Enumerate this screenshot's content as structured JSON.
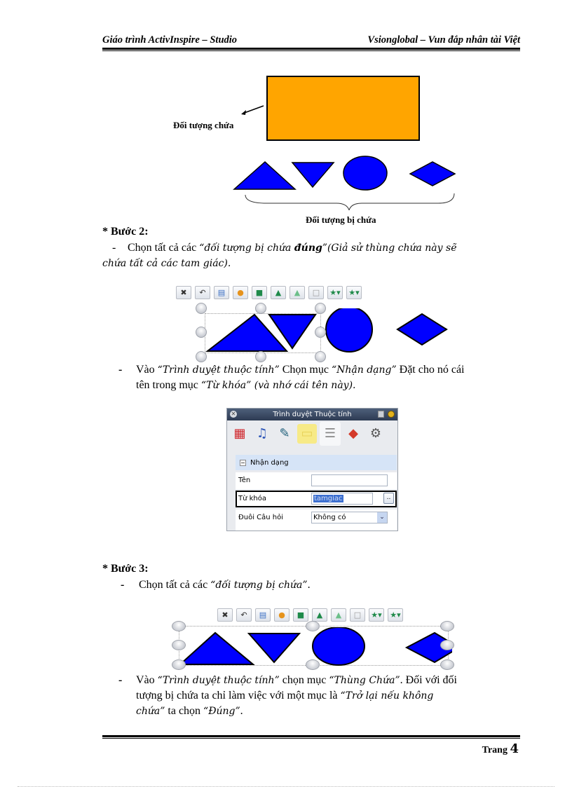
{
  "header": {
    "left": "Giáo trình ActivInspire – Studio",
    "right": "Vsionglobal – Vun đắp nhân tài Việt"
  },
  "figure1": {
    "container_label": "Đối tượng chứa",
    "contained_label": "Đối tượng bị chứa",
    "colors": {
      "container": "#FFA500",
      "shapes": "#0000FF"
    },
    "shapes": [
      "triangle",
      "inverted-triangle",
      "circle",
      "diamond"
    ]
  },
  "step2": {
    "title": "* Bước 2:",
    "para1": {
      "dash": "-",
      "text_a": "Chọn tất cả các ",
      "italic_a": "“đối tượng bị chứa ",
      "bold_italic": "đúng",
      "italic_b": "”(Giả sử thùng chứa này sẽ",
      "line2": "chứa tất cả các tam giác)."
    },
    "para2": {
      "dash": "-",
      "t1": "Vào ",
      "i1": "“Trình duyệt thuộc tính”",
      "t2": " Chọn mục ",
      "i2": "“Nhận dạng”",
      "t3": " Đặt cho nó cái",
      "t4": "tên trong mục ",
      "i3": "“Từ khóa”",
      "i4": " (và nhớ cái tên này)."
    }
  },
  "toolbar": {
    "buttons": [
      "✖",
      "↶",
      "▤",
      "●",
      "■",
      "▲",
      "▲",
      "□",
      "★▾",
      "★▾"
    ]
  },
  "dialog": {
    "title": "Trình duyệt Thuộc tính",
    "tabs": [
      "▦",
      "♫",
      "✎",
      "▭",
      "☰",
      "◆",
      "⚙"
    ],
    "section": "Nhận dạng",
    "rows": [
      {
        "label": "Tên",
        "value": ""
      },
      {
        "label": "Từ khóa",
        "value": "tamgiac",
        "button": ".."
      },
      {
        "label": "Đuôi Câu hỏi",
        "value": "Không có",
        "arrow": "⌄"
      }
    ]
  },
  "step3": {
    "title": "* Bước 3:",
    "para1": {
      "dash": "-",
      "text": "Chọn tất cả các ",
      "italic": "“đối tượng bị chứa”",
      "end": "."
    },
    "para2": {
      "dash": "-",
      "t1": "Vào ",
      "i1": "“Trình duyệt thuộc tính”",
      "t2": " chọn mục ",
      "i2": "“Thùng Chứa”",
      "t3": ". Đối với đối",
      "t4": "tượng bị chứa ta chỉ làm việc với một mục là ",
      "i3": "“Trở lại nếu không",
      "i4": "chứa”",
      "t5": " ta chọn ",
      "i5": "“Đúng”",
      "t6": "."
    }
  },
  "footer": {
    "label": "Trang",
    "page": "4"
  }
}
